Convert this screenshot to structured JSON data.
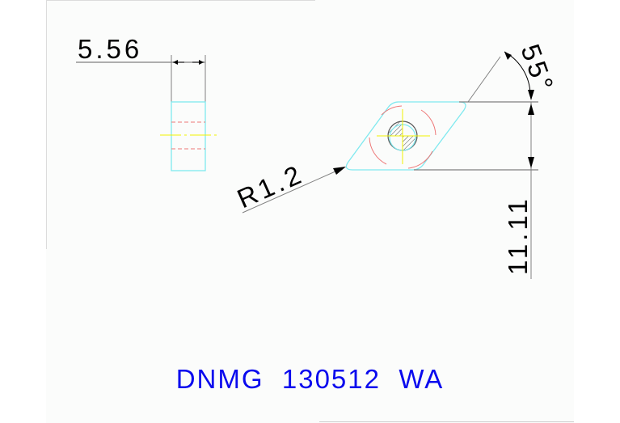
{
  "drawing": {
    "title": "DNMG  130512  WA",
    "dimensions": {
      "thickness": "5.56",
      "angle": "55°",
      "inscribed_circle": "11.11",
      "corner_radius": "R1.2"
    },
    "colors": {
      "outline": "#7fe9ef",
      "hidden_line": "#ee7777",
      "center_line": "#f2f200",
      "dimension_line": "#808080",
      "title_text": "#0a0aee",
      "dimension_text": "#000000"
    },
    "views": [
      "side-view",
      "top-view"
    ]
  }
}
